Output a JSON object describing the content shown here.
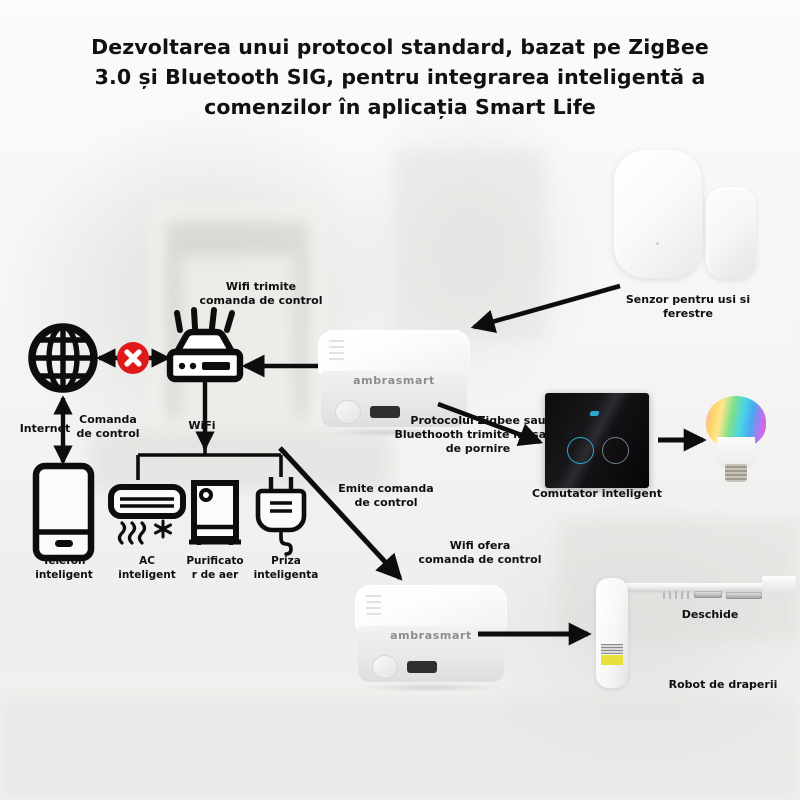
{
  "title": {
    "line1": "Dezvoltarea unui protocol standard, bazat pe ZigBee",
    "line2": "3.0 și Bluetooth SIG, pentru integrarea inteligentă a",
    "line3": "comenzilor în aplicația Smart Life"
  },
  "labels": {
    "wifi_sends": "Wifi trimite\ncomanda de control",
    "internet": "Internet",
    "control_command": "Comanda\nde control",
    "wifi": "WiFi",
    "door_window_sensor": "Senzor pentru usi si\nferestre",
    "zigbee_protocol": "Protocolul Zigbee sau\nBluethooth trimite mesajul\nde pornire",
    "emits_command": "Emite comanda\nde control",
    "wifi_provides": "Wifi ofera\ncomanda de control",
    "smart_switch": "Comutator inteligent",
    "open": "Deschide",
    "curtain_robot": "Robot de draperii"
  },
  "devices": [
    {
      "id": "phone",
      "name": "Telefon\ninteligent"
    },
    {
      "id": "ac",
      "name": "AC\ninteligent"
    },
    {
      "id": "purifier",
      "name": "Purificato\nr de aer"
    },
    {
      "id": "plug",
      "name": "Priza\ninteligenta"
    }
  ],
  "gateway": {
    "brand": "ambrasmart"
  },
  "colors": {
    "ink": "#0f0f0f",
    "blocked_red": "#e01a1a",
    "switch_accent": "#2ba8d0",
    "background": "#f4f4f3"
  }
}
